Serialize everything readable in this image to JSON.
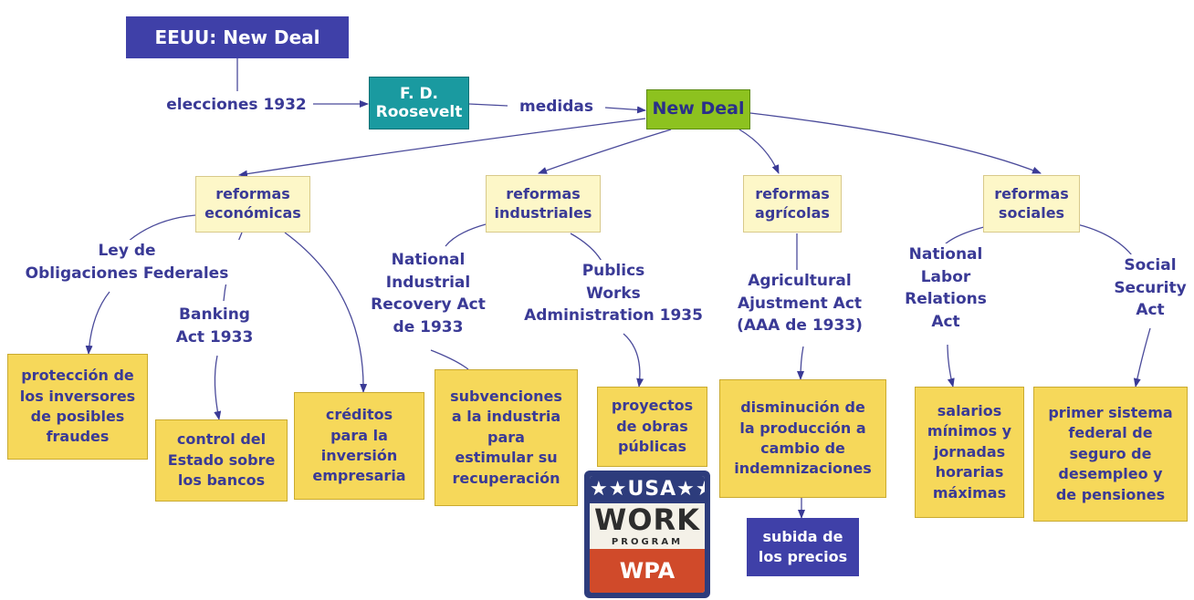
{
  "root": "EEUU: New Deal",
  "elections_label": "elecciones 1932",
  "roosevelt": "F. D.\nRoosevelt",
  "measures_label": "medidas",
  "new_deal": "New Deal",
  "reforms": {
    "economic": "reformas\neconómicas",
    "industrial": "reformas\nindustriales",
    "agricultural": "reformas\nagrícolas",
    "social": "reformas\nsociales"
  },
  "laws": {
    "federal_obligations": "Ley de\nObligaciones Federales",
    "banking": "Banking\nAct 1933",
    "nira": "National\nIndustrial\nRecovery Act\nde 1933",
    "pwa": "Publics\nWorks\nAdministration 1935",
    "aaa": "Agricultural\nAjustment Act\n(AAA de 1933)",
    "nlra": "National\nLabor\nRelations\nAct",
    "social_security": "Social\nSecurity\nAct"
  },
  "outcomes": {
    "investor_protection": "protección de\nlos inversores\nde posibles\nfraudes",
    "bank_control": "control del\nEstado sobre\nlos bancos",
    "credits": "créditos\npara la\ninversión\nempresaria",
    "subsidies": "subvenciones\na la industria\npara\nestimular su\nrecuperación",
    "public_works": "proyectos\nde obras\npúblicas",
    "production_cut": "disminución de\nla producción a\ncambio de\nindemnizaciones",
    "price_rise": "subida de\nlos precios",
    "wages": "salarios\nmínimos y\njornadas\nhorarias\nmáximas",
    "insurance": "primer sistema\nfederal de\nseguro de\ndesempleo y\nde pensiones"
  },
  "poster": {
    "top": "★★USA★★",
    "work": "WORK",
    "program": "PROGRAM",
    "bottom": "WPA"
  },
  "colors": {
    "navy": "#3f40a8",
    "teal": "#1a9aa0",
    "green": "#8dc21f",
    "reform_fill": "#fdf7c8",
    "outcome_fill": "#f6d85a",
    "text": "#3a3a96"
  }
}
